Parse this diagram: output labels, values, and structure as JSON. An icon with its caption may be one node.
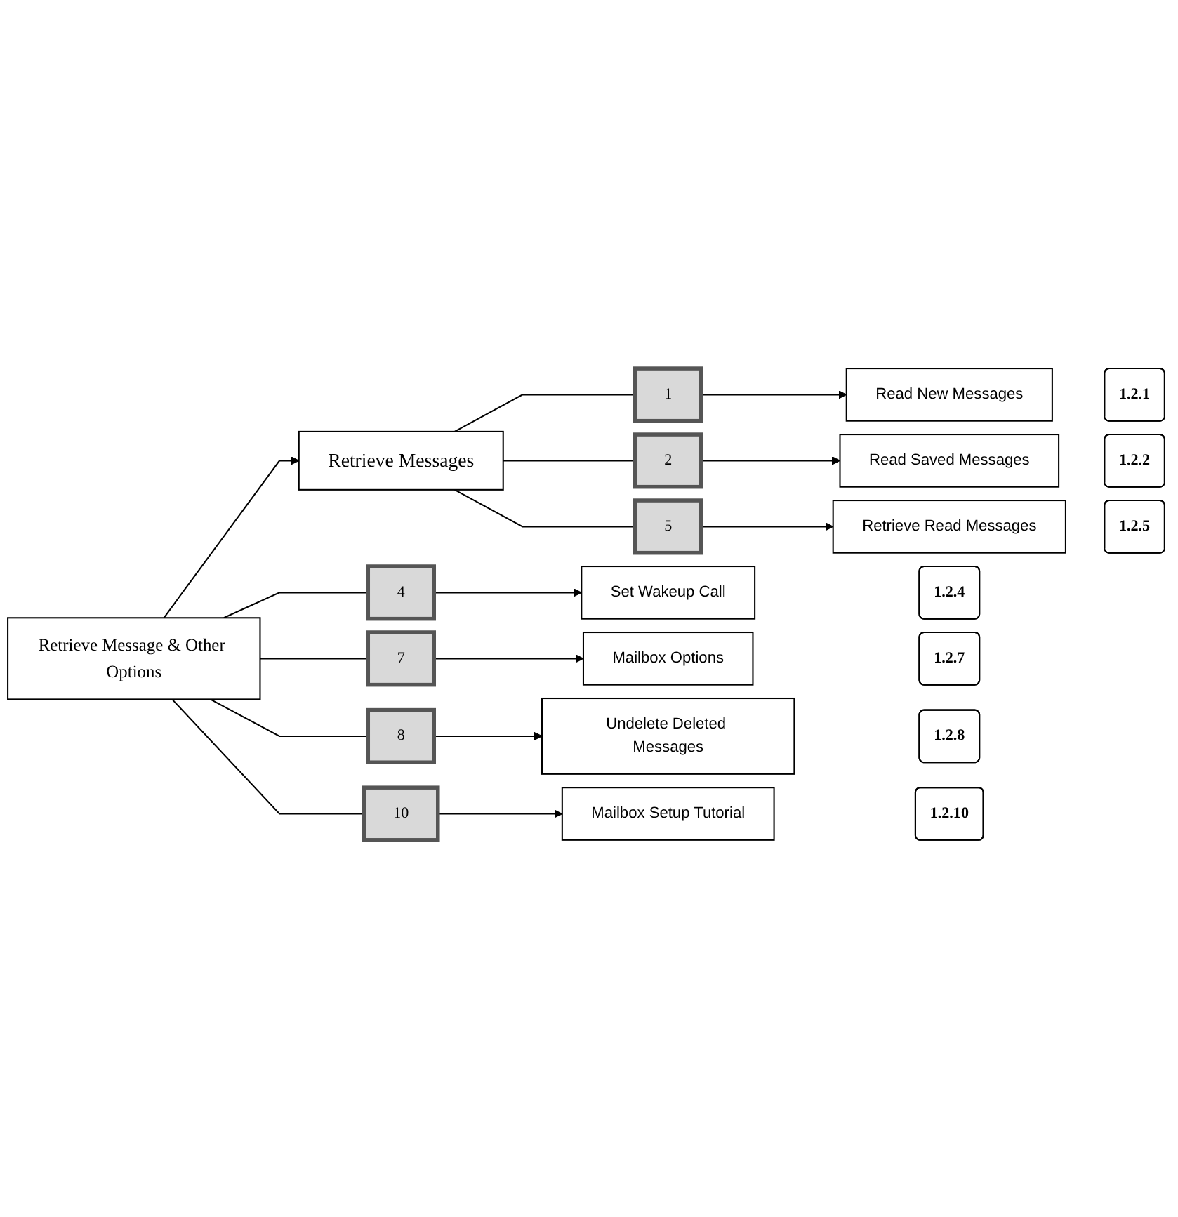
{
  "diagram": {
    "nodes": [
      {
        "text": [
          "Retrieve Message & Other Options"
        ]
      },
      {
        "text": [
          "Retrieve Messages"
        ]
      },
      {
        "text": [
          "1"
        ]
      },
      {
        "text": [
          "Read New Messages"
        ]
      },
      {
        "text": [
          "1.2.1"
        ]
      },
      {
        "text": [
          "2"
        ]
      },
      {
        "text": [
          "Read Saved Messages"
        ]
      },
      {
        "text": [
          "1.2.2"
        ]
      },
      {
        "text": [
          "5"
        ]
      },
      {
        "text": [
          "Retrieve Read Messages"
        ]
      },
      {
        "text": [
          "1.2.5"
        ]
      },
      {
        "text": [
          "4"
        ]
      },
      {
        "text": [
          "Set Wakeup Call"
        ]
      },
      {
        "text": [
          "1.2.4"
        ]
      },
      {
        "text": [
          "7"
        ]
      },
      {
        "text": [
          "Mailbox Options"
        ]
      },
      {
        "text": [
          "1.2.7"
        ]
      },
      {
        "text": [
          "8"
        ]
      },
      {
        "text": [
          "Undelete Deleted Messages"
        ]
      },
      {
        "text": [
          "1.2.8"
        ]
      },
      {
        "text": [
          "10"
        ]
      },
      {
        "text": [
          "Mailbox Setup Tutorial"
        ]
      },
      {
        "text": [
          "1.2.10"
        ]
      }
    ],
    "edges": [
      {
        "from": 0,
        "to": 1,
        "arrow": "to"
      },
      {
        "from": 1,
        "to": 2,
        "arrow": "none"
      },
      {
        "from": 2,
        "to": 3,
        "arrow": "to"
      },
      {
        "from": 1,
        "to": 5,
        "arrow": "none"
      },
      {
        "from": 5,
        "to": 6,
        "arrow": "to"
      },
      {
        "from": 1,
        "to": 8,
        "arrow": "none"
      },
      {
        "from": 8,
        "to": 9,
        "arrow": "to"
      },
      {
        "from": 0,
        "to": 11,
        "arrow": "none"
      },
      {
        "from": 11,
        "to": 12,
        "arrow": "to"
      },
      {
        "from": 0,
        "to": 14,
        "arrow": "none"
      },
      {
        "from": 14,
        "to": 15,
        "arrow": "to"
      },
      {
        "from": 0,
        "to": 17,
        "arrow": "none"
      },
      {
        "from": 17,
        "to": 18,
        "arrow": "to"
      },
      {
        "from": 0,
        "to": 20,
        "arrow": "none"
      },
      {
        "from": 20,
        "to": 21,
        "arrow": "to"
      }
    ]
  }
}
